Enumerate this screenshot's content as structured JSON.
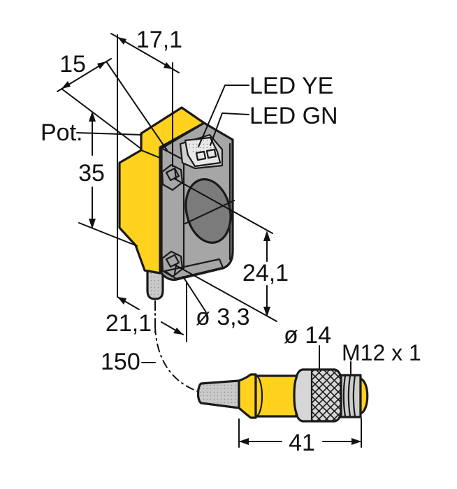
{
  "labels": {
    "depth_top": "17,1",
    "width_top": "15",
    "pot": "Pot.",
    "height": "35",
    "led_yellow": "LED YE",
    "led_green": "LED GN",
    "hole_spacing": "24,1",
    "depth_bottom": "21,1",
    "hole_diameter": "ø 3,3",
    "cable_length": "150",
    "connector_diameter": "ø 14",
    "connector_thread": "M12 x 1",
    "connector_length": "41"
  },
  "colors": {
    "background": "#FFFFFF",
    "housing_yellow": "#FFD21E",
    "head_gray": "#A6A6A6",
    "lens_gray": "#7B7B7B",
    "outline": "#1A1A1A",
    "cable_gray": "#C9C9C9",
    "plate_light": "#E8E8E8",
    "recess_gray": "#CFCFCF",
    "knurl_gray": "#D6D6D6",
    "thread_gray": "#CDCDCD",
    "dark_face": "#8B8B8B"
  }
}
